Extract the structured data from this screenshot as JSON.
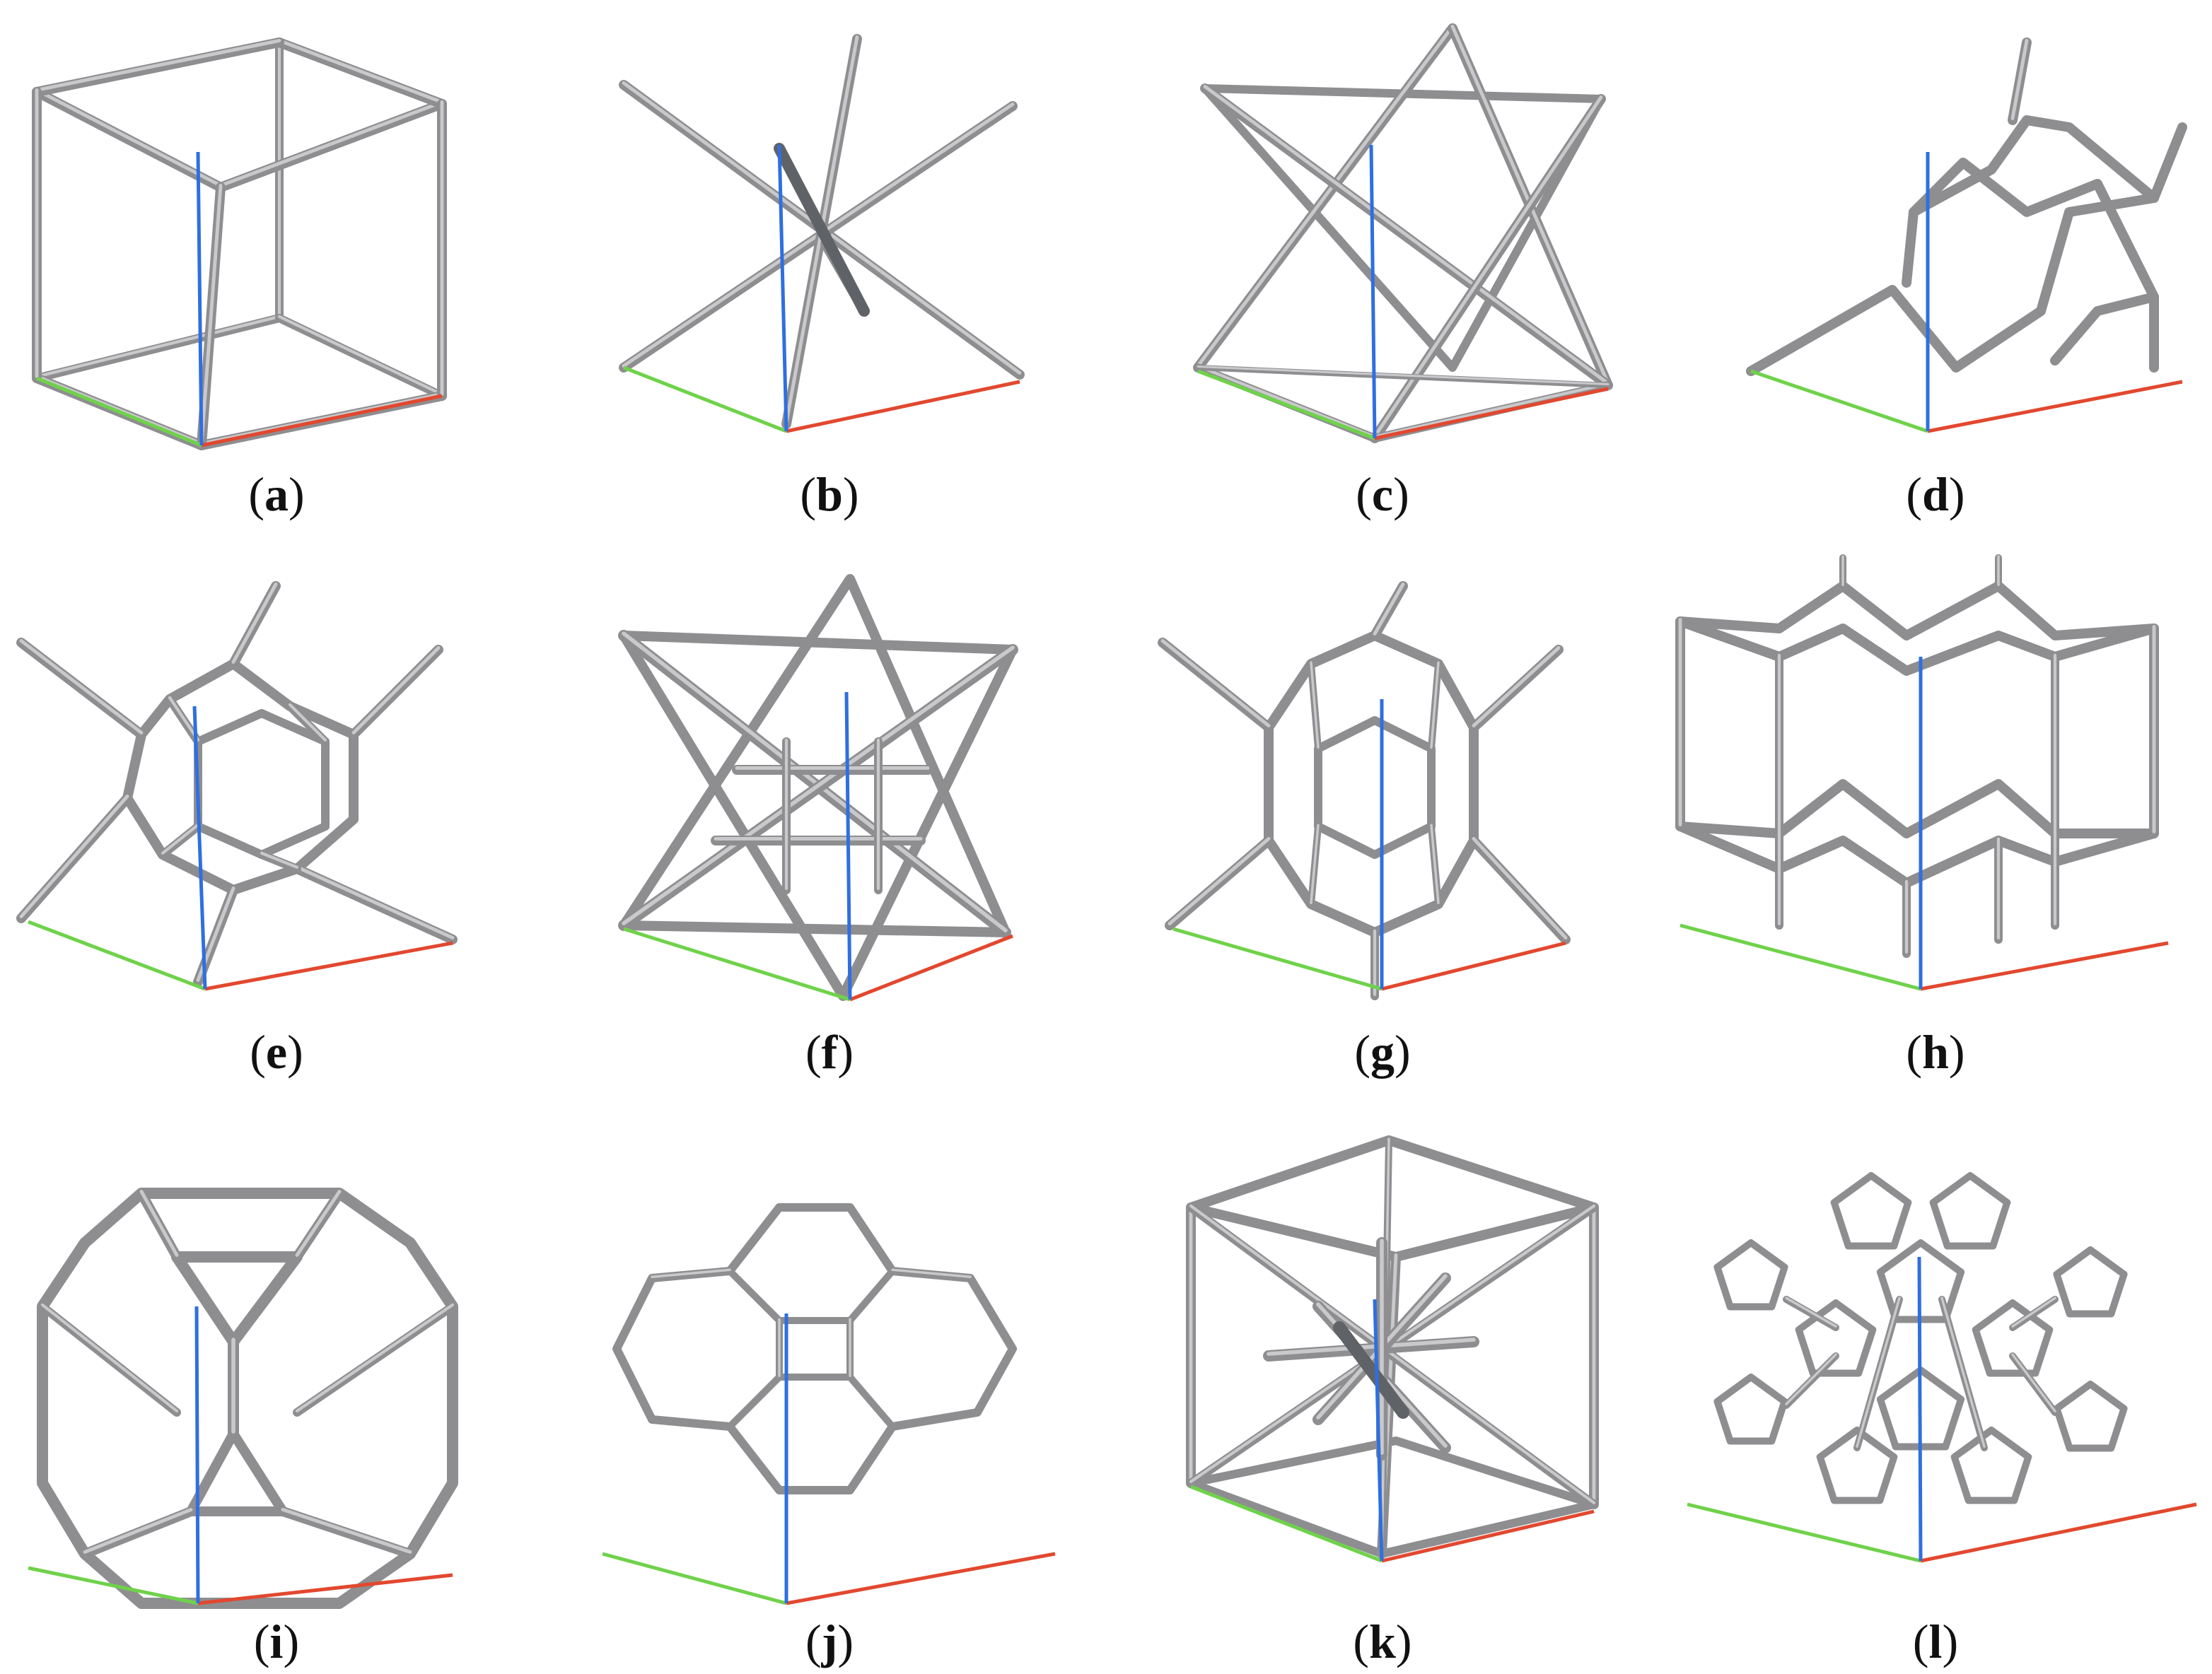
{
  "panels": [
    {
      "letter": "a",
      "icon": "simple-cubic-lattice-icon"
    },
    {
      "letter": "b",
      "icon": "body-centered-cross-lattice-icon"
    },
    {
      "letter": "c",
      "icon": "octet-star-lattice-icon"
    },
    {
      "letter": "d",
      "icon": "diamond-lattice-icon"
    },
    {
      "letter": "e",
      "icon": "rhombic-dodecahedron-lattice-icon"
    },
    {
      "letter": "f",
      "icon": "octet-truss-lattice-icon"
    },
    {
      "letter": "g",
      "icon": "truncated-octahedron-lattice-icon"
    },
    {
      "letter": "h",
      "icon": "zigzag-layer-lattice-icon"
    },
    {
      "letter": "i",
      "icon": "truncated-cube-lattice-icon"
    },
    {
      "letter": "j",
      "icon": "kelvin-cell-lattice-icon"
    },
    {
      "letter": "k",
      "icon": "cubic-star-lattice-icon"
    },
    {
      "letter": "l",
      "icon": "weaire-phelan-lattice-icon"
    }
  ],
  "axis_colors": {
    "x": "#e2482f",
    "y": "#6fd24a",
    "z": "#2f6fe0"
  },
  "strut_colors": {
    "main": "#8e8e91",
    "highlight": "#c9c9cc",
    "dark": "#5f6368"
  }
}
